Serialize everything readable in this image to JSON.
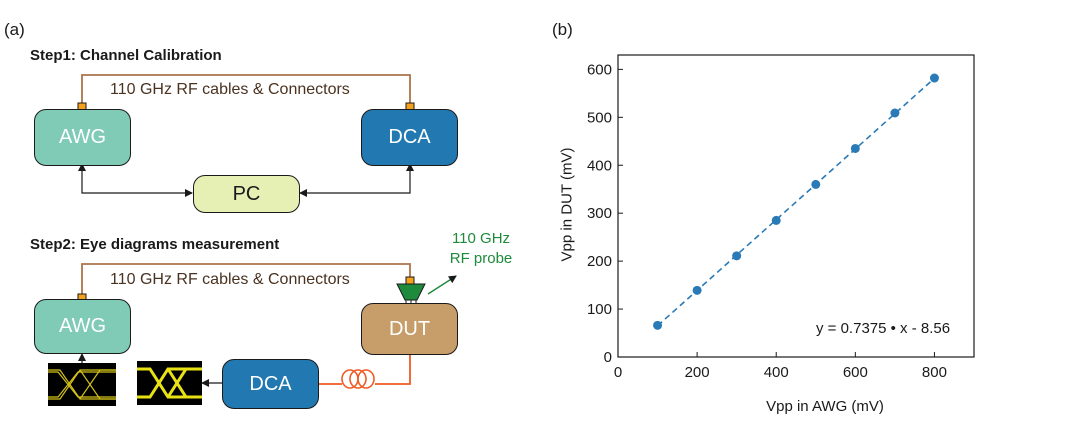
{
  "panel_a": {
    "label": "(a)",
    "step1_title": "Step1: Channel Calibration",
    "step2_title": "Step2: Eye diagrams measurement",
    "cable_label_1": "110 GHz RF cables & Connectors",
    "cable_label_2": "110 GHz RF cables & Connectors",
    "probe_label_line1": "110 GHz",
    "probe_label_line2": "RF probe",
    "boxes": {
      "awg1": "AWG",
      "dca1": "DCA",
      "pc": "PC",
      "awg2": "AWG",
      "dut": "DUT",
      "dca2": "DCA"
    },
    "colors": {
      "awg": "#7fcbb6",
      "dca": "#2279b2",
      "pc": "#e6f0b4",
      "dut": "#c79e6a",
      "cable": "#a9744a",
      "fiber": "#f05a22",
      "probe": "#1e8a3c",
      "connector": "#f4a21e"
    }
  },
  "panel_b": {
    "label": "(b)",
    "equation": "y = 0.7375 • x - 8.56"
  },
  "chart_data": {
    "type": "scatter",
    "xlabel": "Vpp in AWG (mV)",
    "ylabel": "Vpp in DUT (mV)",
    "xlim": [
      0,
      900
    ],
    "ylim": [
      0,
      630
    ],
    "xticks": [
      0,
      200,
      400,
      600,
      800
    ],
    "yticks": [
      0,
      100,
      200,
      300,
      400,
      500,
      600
    ],
    "series": [
      {
        "x": [
          100,
          200,
          300,
          400,
          500,
          600,
          700,
          800
        ],
        "y": [
          66,
          139,
          211,
          285,
          360,
          435,
          509,
          582
        ],
        "color": "#2a7ab8"
      }
    ],
    "fit": {
      "slope": 0.7375,
      "intercept": -8.56,
      "x_range": [
        100,
        800
      ],
      "style": "dashed",
      "color": "#2a7ab8"
    },
    "grid": false
  }
}
